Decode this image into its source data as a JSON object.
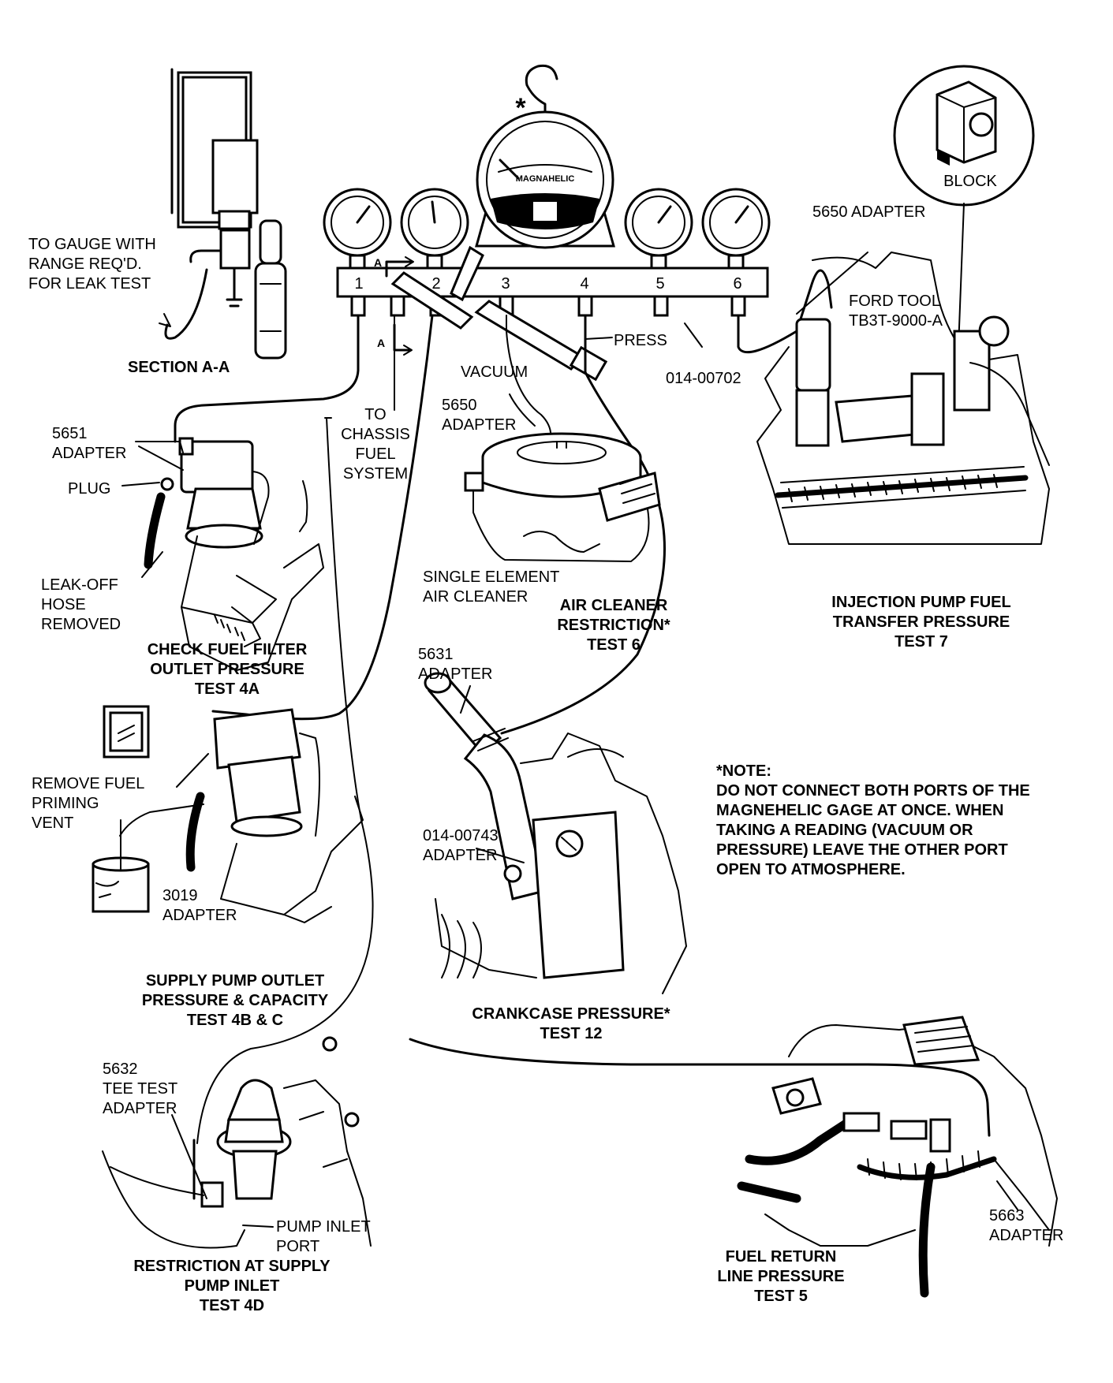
{
  "manifold": {
    "ports": [
      "1",
      "2",
      "3",
      "4",
      "5",
      "6"
    ],
    "part_number": "014-00702",
    "section_mark": "A"
  },
  "magnehelic": {
    "brand": "MAGNAHELIC",
    "asterisk": "*"
  },
  "block": {
    "label": "BLOCK"
  },
  "labels": {
    "gauge_range": [
      "TO GAUGE WITH",
      "RANGE REQ'D.",
      "FOR LEAK TEST"
    ],
    "section_aa": "SECTION A-A",
    "adapter_5650_top": "5650 ADAPTER",
    "ford_tool": [
      "FORD TOOL",
      "TB3T-9000-A"
    ],
    "press": "PRESS",
    "vacuum": "VACUUM",
    "to_chassis": [
      "TO",
      "CHASSIS",
      "FUEL",
      "SYSTEM"
    ],
    "adapter_5651": [
      "5651",
      "ADAPTER"
    ],
    "plug": "PLUG",
    "leak_off": [
      "LEAK-OFF",
      "HOSE",
      "REMOVED"
    ],
    "adapter_5650_mid": [
      "5650",
      "ADAPTER"
    ],
    "single_element": [
      "SINGLE ELEMENT",
      "AIR CLEANER"
    ],
    "adapter_5631": [
      "5631",
      "ADAPTER"
    ],
    "remove_fuel": [
      "REMOVE FUEL",
      "PRIMING",
      "VENT"
    ],
    "adapter_3019": [
      "3019",
      "ADAPTER"
    ],
    "adapter_014_00743": [
      "014-00743",
      "ADAPTER"
    ],
    "adapter_5632": [
      "5632",
      "TEE TEST",
      "ADAPTER"
    ],
    "pump_inlet": [
      "PUMP INLET",
      "PORT"
    ],
    "adapter_5663": [
      "5663",
      "ADAPTER"
    ]
  },
  "captions": {
    "test7": [
      "INJECTION PUMP FUEL",
      "TRANSFER PRESSURE",
      "TEST 7"
    ],
    "test4a": [
      "CHECK FUEL FILTER",
      "OUTLET PRESSURE",
      "TEST 4A"
    ],
    "test6": [
      "AIR CLEANER",
      "RESTRICTION*",
      "TEST 6"
    ],
    "test4bc": [
      "SUPPLY PUMP OUTLET",
      "PRESSURE & CAPACITY",
      "TEST 4B & C"
    ],
    "test12": [
      "CRANKCASE PRESSURE*",
      "TEST 12"
    ],
    "test4d": [
      "RESTRICTION AT SUPPLY",
      "PUMP INLET",
      "TEST 4D"
    ],
    "test5": [
      "FUEL RETURN",
      "LINE PRESSURE",
      "TEST 5"
    ]
  },
  "note": {
    "title": "*NOTE:",
    "lines": [
      "DO NOT CONNECT BOTH PORTS OF THE",
      "MAGNEHELIC GAGE AT ONCE. WHEN",
      "TAKING A READING (VACUUM OR",
      "PRESSURE) LEAVE THE OTHER PORT",
      "OPEN TO ATMOSPHERE."
    ]
  }
}
